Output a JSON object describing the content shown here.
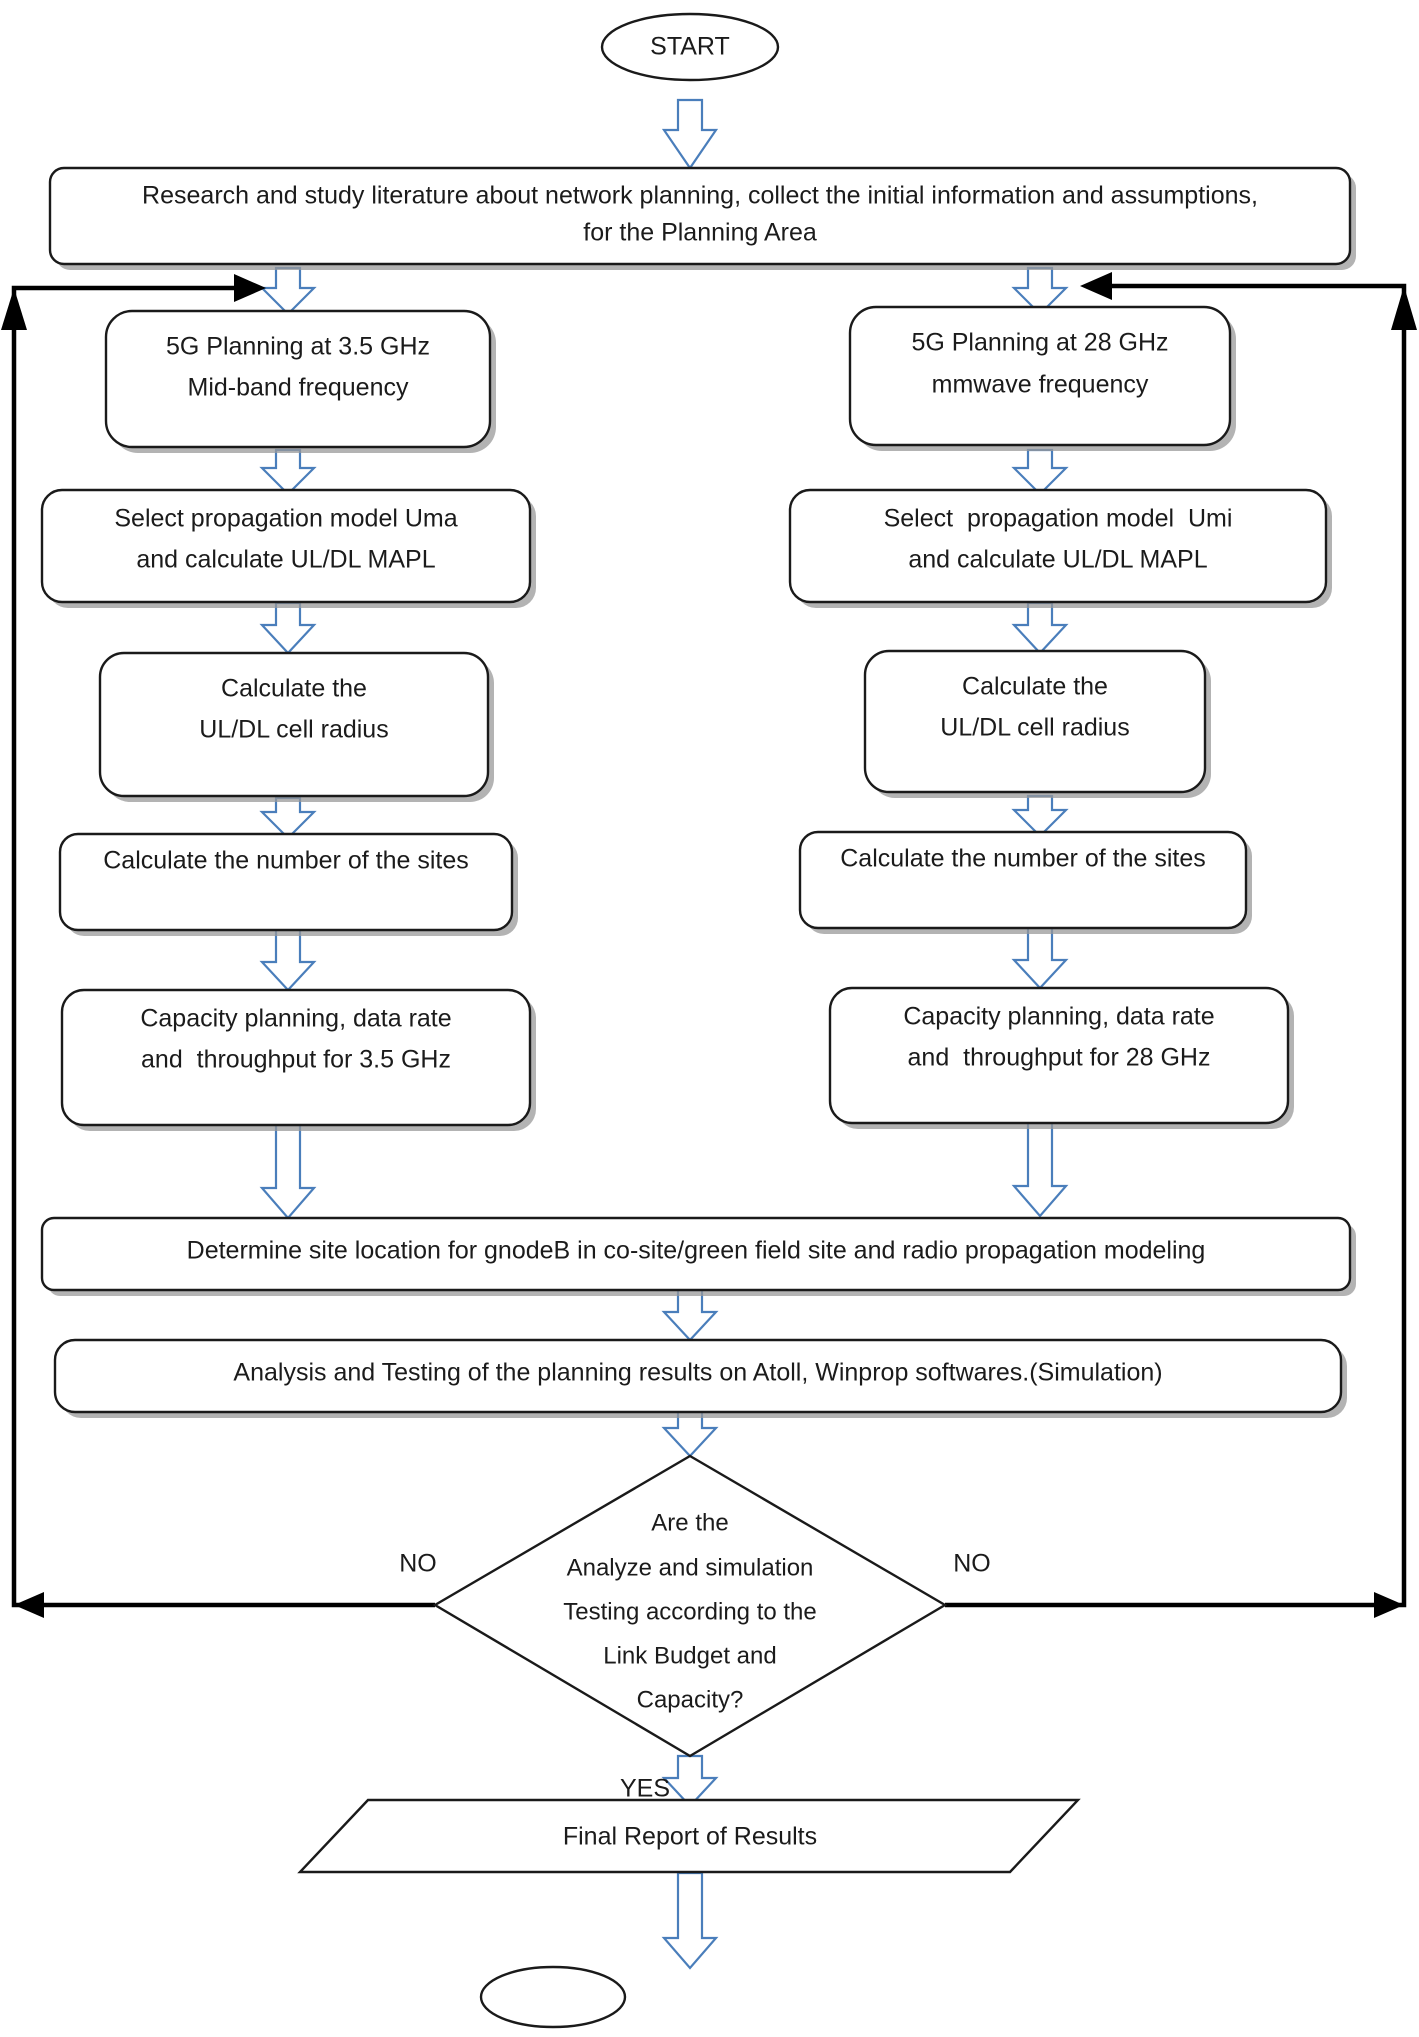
{
  "diagram": {
    "title": "5G Network Planning Flowchart",
    "type": "flowchart",
    "colors": {
      "node_stroke": "#1a1a1a",
      "node_fill": "#ffffff",
      "arrow_stroke": "#4a7ebb",
      "arrow_fill": "#ffffff",
      "loop_line": "#000000",
      "text": "#1b1b1b",
      "shadow": "#9a9a9a"
    }
  },
  "nodes": {
    "start": {
      "shape": "oval",
      "label": "START"
    },
    "research": {
      "shape": "rounded-rect",
      "line1": "Research and study literature about network planning, collect the initial information and assumptions,",
      "line2": "for the Planning Area"
    },
    "left_branch": {
      "shape": "rounded-rect",
      "line1": "5G Planning at 3.5 GHz",
      "line2": "Mid-band frequency"
    },
    "right_branch": {
      "shape": "rounded-rect",
      "line1": "5G Planning at 28 GHz",
      "line2": "mmwave frequency"
    },
    "left_propagation": {
      "shape": "rounded-rect",
      "line1": "Select propagation model Uma",
      "line2": "and calculate UL/DL MAPL"
    },
    "right_propagation": {
      "shape": "rounded-rect",
      "line1": "Select  propagation model  Umi",
      "line2": "and calculate UL/DL MAPL"
    },
    "left_radius": {
      "shape": "rounded-rect",
      "line1": "Calculate the",
      "line2": "UL/DL cell radius"
    },
    "right_radius": {
      "shape": "rounded-rect",
      "line1": "Calculate the",
      "line2": "UL/DL cell radius"
    },
    "left_sites": {
      "shape": "rounded-rect",
      "line1": "Calculate the number of the sites"
    },
    "right_sites": {
      "shape": "rounded-rect",
      "line1": "Calculate the number of the sites"
    },
    "left_capacity": {
      "shape": "rounded-rect",
      "line1": "Capacity planning, data rate",
      "line2": "and  throughput for 3.5 GHz"
    },
    "right_capacity": {
      "shape": "rounded-rect",
      "line1": "Capacity planning, data rate",
      "line2": "and  throughput for 28 GHz"
    },
    "determine_site": {
      "shape": "rounded-rect",
      "line1": "Determine site location for gnodeB in co-site/green field site and radio propagation modeling"
    },
    "analysis": {
      "shape": "rounded-rect",
      "line1": "Analysis and Testing of the planning results on Atoll, Winprop softwares.(Simulation)"
    },
    "decision": {
      "shape": "diamond",
      "line1": "Are the",
      "line2": "Analyze and simulation",
      "line3": "Testing according to the",
      "line4": "Link Budget and",
      "line5": "Capacity?"
    },
    "final_report": {
      "shape": "parallelogram",
      "line1": "Final Report of Results"
    },
    "end": {
      "shape": "oval",
      "label": ""
    }
  },
  "edge_labels": {
    "no_left": "NO",
    "no_right": "NO",
    "yes": "YES"
  }
}
